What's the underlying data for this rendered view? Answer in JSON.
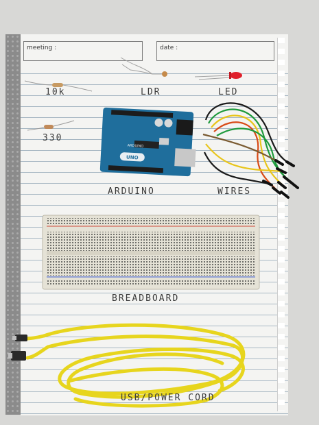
{
  "header": {
    "meeting_label": "meeting :",
    "date_label": "date :"
  },
  "labels": {
    "resistor_10k": "10k",
    "resistor_330": "330",
    "ldr": "LDR",
    "led": "LED",
    "arduino": "ARDUINO",
    "wires": "WIRES",
    "breadboard": "BREADBOARD",
    "usb_cord": "USB/POWER CORD"
  },
  "board_marking": {
    "brand": "UNO",
    "series": "ARDUINO"
  },
  "colors": {
    "paper": "#f4f4f2",
    "ruled_line": "#a7b7c3",
    "arduino_blue": "#1f6e9c",
    "breadboard": "#e5e2d6",
    "usb_cable": "#e7d51d",
    "led_red": "#e0202b",
    "wire_colors": [
      "#1a1a1a",
      "#1e9a3c",
      "#e8c51a",
      "#d84a16",
      "#7a5a30"
    ]
  }
}
